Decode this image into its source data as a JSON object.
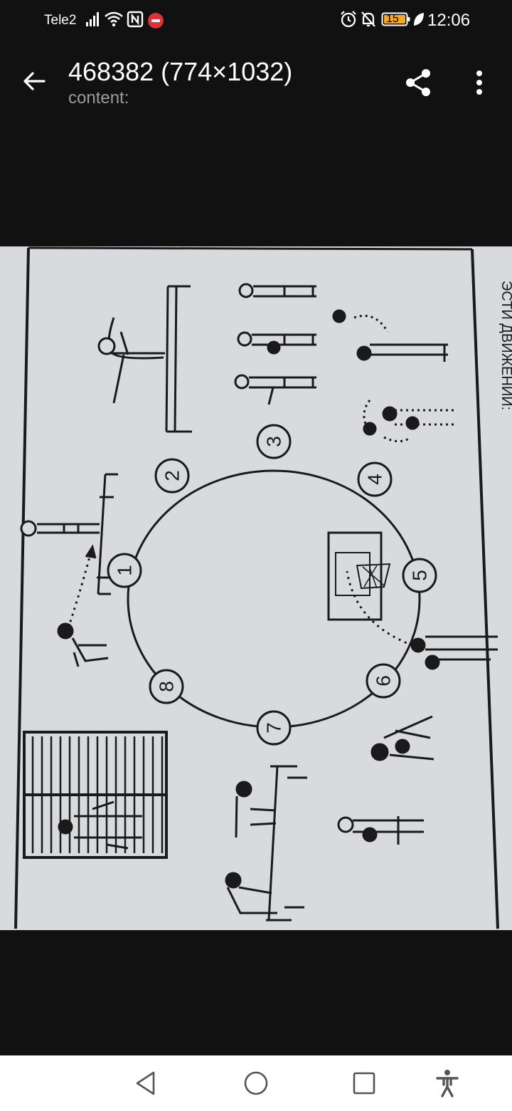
{
  "status_bar": {
    "carrier": "Tele2",
    "battery_level": "15",
    "time": "12:06",
    "icons": [
      "signal-icon",
      "wifi-icon",
      "nfc-icon",
      "notification-badge-icon",
      "alarm-icon",
      "mute-icon",
      "battery-icon",
      "leaf-icon"
    ]
  },
  "app_bar": {
    "title": "468382 (774×1032)",
    "subtitle": "content:",
    "icons": [
      "back-arrow-icon",
      "share-icon",
      "more-vert-icon"
    ]
  },
  "image": {
    "stations": [
      "1",
      "2",
      "3",
      "4",
      "5",
      "6",
      "7",
      "8"
    ],
    "edge_text": "ЭСТИ ДВИЖЕНИЙ:"
  },
  "nav_bar": {
    "icons": [
      "back-triangle-icon",
      "home-circle-icon",
      "recents-square-icon",
      "accessibility-icon"
    ]
  },
  "colors": {
    "background": "#111112",
    "paper": "#d9dadd",
    "ink": "#1a1a1a",
    "subtitle": "#9c9c9c",
    "battery_fill": "#f5a623",
    "badge_red": "#e0303a",
    "nav_bg": "#ffffff"
  }
}
